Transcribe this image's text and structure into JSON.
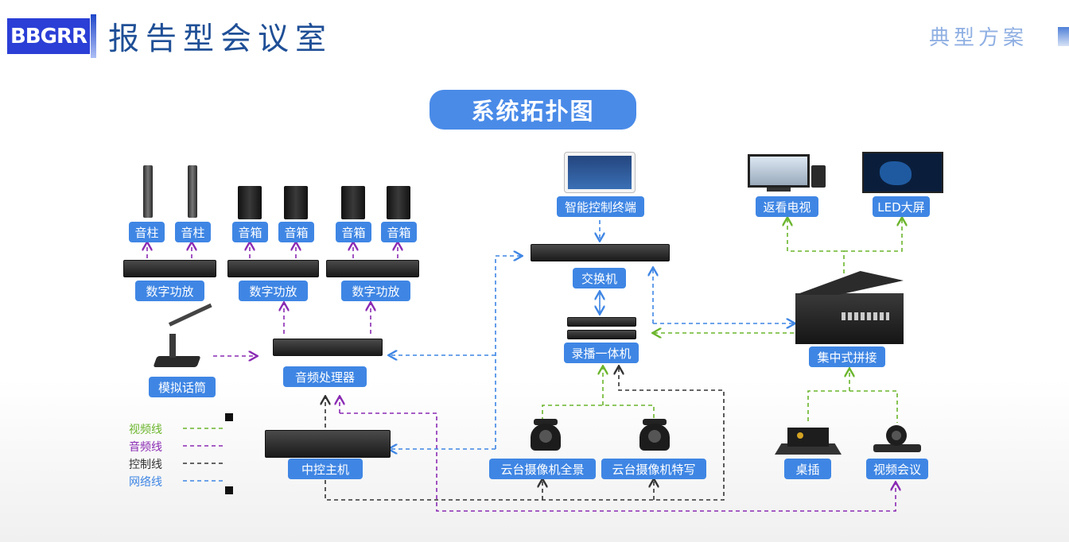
{
  "header": {
    "logo": "BBGRR",
    "title": "报告型会议室",
    "corner_label": "典型方案"
  },
  "diagram_title": "系统拓扑图",
  "nodes": {
    "speaker_column_1": "音柱",
    "speaker_column_2": "音柱",
    "speaker_box_1": "音箱",
    "speaker_box_2": "音箱",
    "speaker_box_3": "音箱",
    "speaker_box_4": "音箱",
    "amp_1": "数字功放",
    "amp_2": "数字功放",
    "amp_3": "数字功放",
    "microphone": "模拟话筒",
    "audio_processor": "音频处理器",
    "central_control": "中控主机",
    "smart_terminal": "智能控制终端",
    "switch": "交换机",
    "recorder": "录播一体机",
    "camera_pano": "云台摄像机全景",
    "camera_close": "云台摄像机特写",
    "return_tv": "返看电视",
    "led_screen": "LED大屏",
    "splicer": "集中式拼接",
    "desk_socket": "桌插",
    "video_conf": "视频会议"
  },
  "legend": [
    {
      "label": "视频线",
      "color": "#6bb52c"
    },
    {
      "label": "音频线",
      "color": "#8a2bb3"
    },
    {
      "label": "控制线",
      "color": "#333333"
    },
    {
      "label": "网络线",
      "color": "#3f86e4"
    }
  ],
  "colors": {
    "video": "#6bb52c",
    "audio": "#8a2bb3",
    "control": "#333333",
    "network": "#3f86e4",
    "label_bg": "#3f86e4",
    "accent": "#2b3fd6"
  }
}
